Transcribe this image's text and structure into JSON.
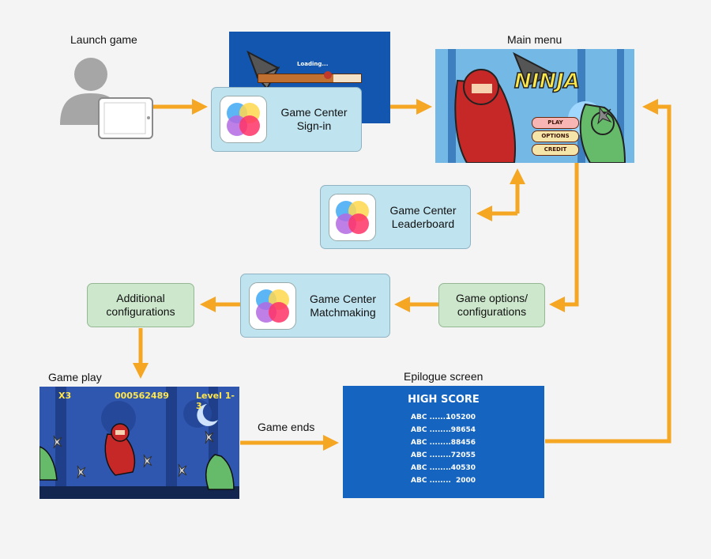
{
  "labels": {
    "launch": "Launch game",
    "main_menu": "Main menu",
    "game_play": "Game play",
    "epilogue": "Epilogue screen",
    "game_ends": "Game ends"
  },
  "boxes": {
    "signin": [
      "Game Center",
      "Sign-in"
    ],
    "leaderboard": [
      "Game Center",
      "Leaderboard"
    ],
    "matchmaking": [
      "Game Center",
      "Matchmaking"
    ],
    "options": [
      "Game options/",
      "configurations"
    ],
    "additional": [
      "Additional",
      "configurations"
    ]
  },
  "loading_screen": {
    "text": "Loading..."
  },
  "menu_screen": {
    "logo": "NINJA",
    "buttons": [
      "PLAY",
      "OPTIONS",
      "CREDIT"
    ]
  },
  "gameplay_screen": {
    "lives": "X3",
    "score": "000562489",
    "level": "Level 1-3"
  },
  "high_score": {
    "title": "HIGH SCORE",
    "rows": [
      {
        "name": "ABC ........",
        "score": "105200"
      },
      {
        "name": "ABC ........",
        "score": "98654"
      },
      {
        "name": "ABC ........",
        "score": "88456"
      },
      {
        "name": "ABC ........",
        "score": "72055"
      },
      {
        "name": "ABC ........",
        "score": "40530"
      },
      {
        "name": "ABC ........",
        "score": "2000"
      }
    ]
  },
  "colors": {
    "arrow": "#f5a623",
    "gc_box": "#bfe3ef",
    "green_box": "#cde7cc",
    "screen_blue": "#1565c0"
  }
}
